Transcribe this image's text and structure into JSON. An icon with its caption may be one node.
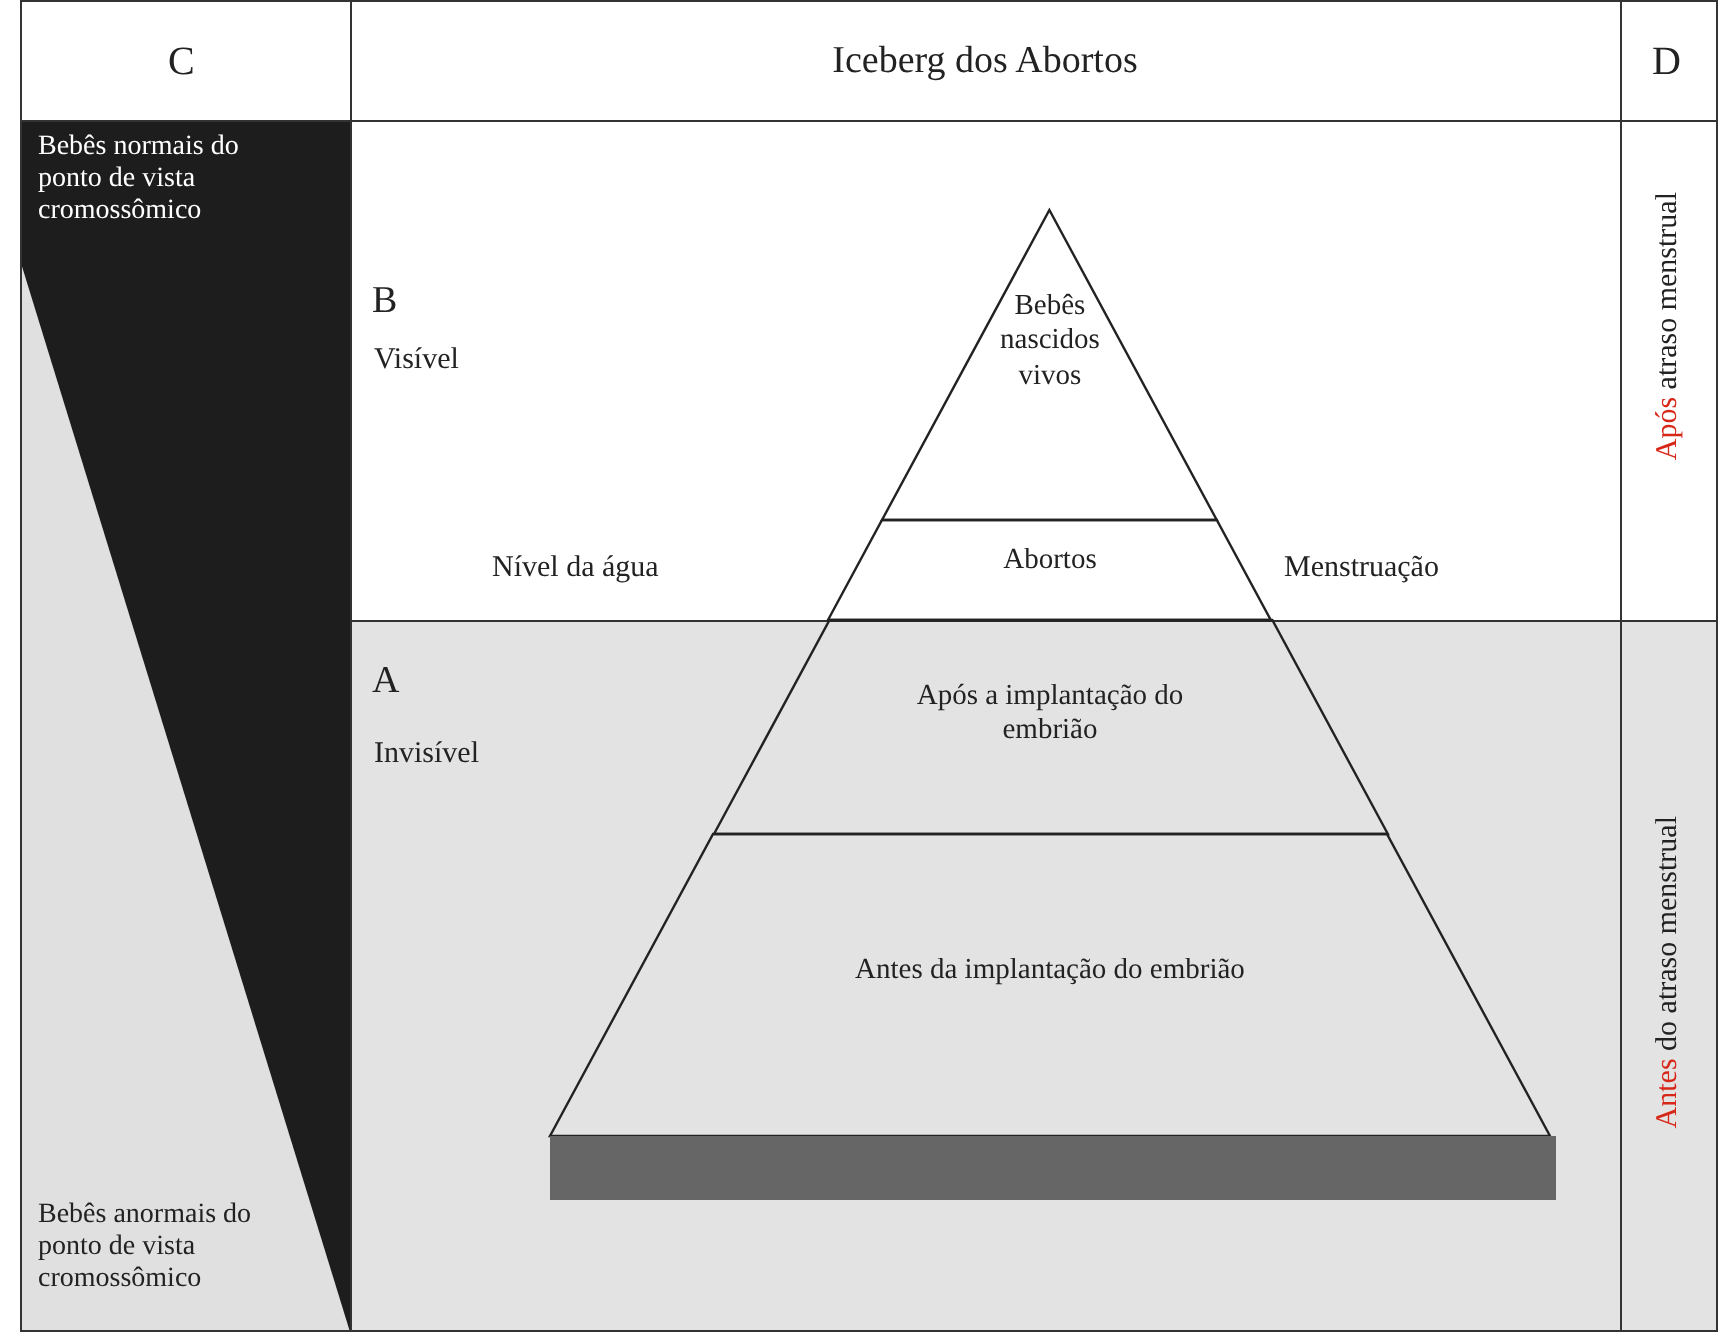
{
  "diagram": {
    "title": "Iceberg dos Abortos",
    "nodes": [
      {
        "text": [
          "Bebês nascidos vivos"
        ]
      },
      {
        "text": [
          "Abortos"
        ]
      },
      {
        "text": [
          "Após a implantação do embrião"
        ]
      },
      {
        "text": [
          "Antes da implantação do embrião"
        ]
      },
      {
        "text": [],
        "shape": "bar"
      }
    ],
    "labels": [
      "C",
      "D",
      "Bebês normais do ponto de vista cromossômico",
      "B",
      "Visível",
      "Nível da água",
      "Menstruação",
      "Após",
      "atraso menstrual",
      "A",
      "Invisível",
      "Bebês anormais do ponto de vista cromossômico",
      "Antes",
      "do atraso menstrual"
    ]
  }
}
